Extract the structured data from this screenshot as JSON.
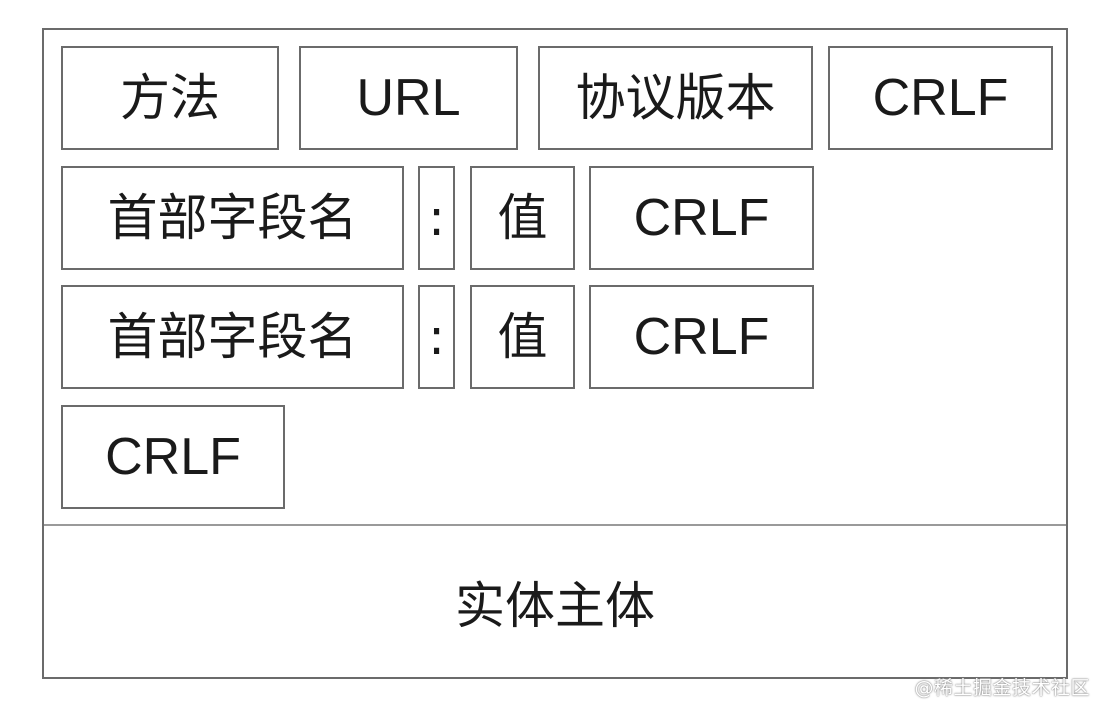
{
  "request_line": {
    "method": "方法",
    "url": "URL",
    "version": "协议版本",
    "crlf": "CRLF"
  },
  "header_lines": [
    {
      "name": "首部字段名",
      "colon": ":",
      "value": "值",
      "crlf": "CRLF"
    },
    {
      "name": "首部字段名",
      "colon": ":",
      "value": "值",
      "crlf": "CRLF"
    }
  ],
  "blank_line": {
    "crlf": "CRLF"
  },
  "body": {
    "label": "实体主体"
  },
  "watermark": "@稀土掘金技术社区"
}
